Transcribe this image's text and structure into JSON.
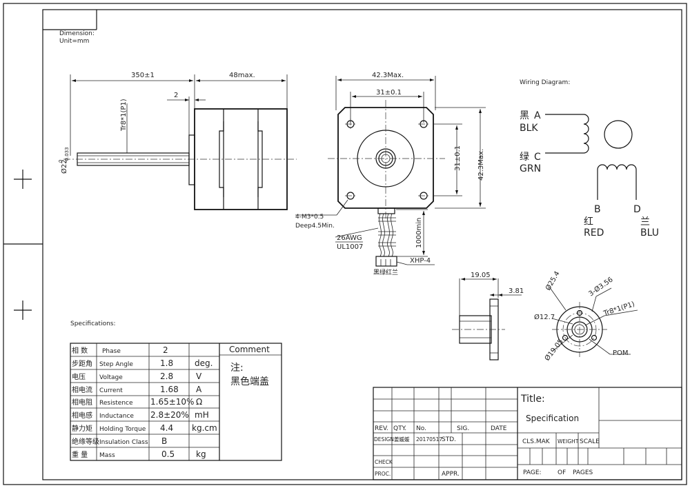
{
  "header": {
    "dimension": "Dimension:",
    "unit": "Unit=mm"
  },
  "side_view": {
    "lead_length": "350±1",
    "body_length": "48max.",
    "flange": "2",
    "shaft_thread": "Tr8*1(P1)",
    "shaft_dia": "Ø22",
    "shaft_tol_upper": "0",
    "shaft_tol_lower": "-0.033"
  },
  "front_view": {
    "width_max": "42.3Max.",
    "hole_spacing_x": "31±0.1",
    "hole_spacing_y": "31±0.1",
    "height_max": "42.3Max.",
    "holes": "4-M3*0.5",
    "depth": "Deep4.5Min.",
    "wire_gauge": "26AWG",
    "wire_type": "UL1007",
    "lead_min": "1000min",
    "connector": "XHP-4",
    "connector_colors": "黑绿红兰"
  },
  "wiring": {
    "title": "Wiring Diagram:",
    "a_cn": "黑",
    "a_label": "A",
    "a_en": "BLK",
    "c_cn": "绿",
    "c_label": "C",
    "c_en": "GRN",
    "b_label": "B",
    "b_cn": "红",
    "b_en": "RED",
    "d_label": "D",
    "d_cn": "兰",
    "d_en": "BLU"
  },
  "nut": {
    "length": "19.05",
    "flange_thk": "3.81",
    "dia_outer": "Ø25.4",
    "holes": "3-Ø3.56",
    "dia_hub": "Ø12.7",
    "thread": "Tr8*1(P1)",
    "pcd": "Ø19.05",
    "material": "POM"
  },
  "specs": {
    "title": "Specifications:",
    "comment_header": "Comment",
    "comment_note": "注:",
    "comment_text": "黑色端盖",
    "rows": [
      {
        "cn": "相 数",
        "en": "Phase",
        "value": "2",
        "unit": ""
      },
      {
        "cn": "步距角",
        "en": "Step Angle",
        "value": "1.8",
        "unit": "deg."
      },
      {
        "cn": "电压",
        "en": "Voltage",
        "value": "2.8",
        "unit": "V"
      },
      {
        "cn": "相电流",
        "en": "Current",
        "value": "1.68",
        "unit": "A"
      },
      {
        "cn": "相电阻",
        "en": "Resistence",
        "value": "1.65±10%",
        "unit": "Ω"
      },
      {
        "cn": "相电感",
        "en": "Inductance",
        "value": "2.8±20%",
        "unit": "mH"
      },
      {
        "cn": "静力矩",
        "en": "Holding Torque",
        "value": "4.4",
        "unit": "kg.cm"
      },
      {
        "cn": "绝缘等级",
        "en": "Insulation Class",
        "value": "B",
        "unit": ""
      },
      {
        "cn": "重 量",
        "en": "Mass",
        "value": "0.5",
        "unit": "kg"
      }
    ]
  },
  "titleblock": {
    "title_label": "Title:",
    "title_value": "Specification",
    "rev": "REV.",
    "qty": "QTY.",
    "no": "No.",
    "sig": "SIG.",
    "date": "DATE",
    "design": "DESIGN",
    "designer": "姜媛媛",
    "design_date": "20170517",
    "std": "STD.",
    "check": "CHECK",
    "proc": "PROC.",
    "appr": "APPR.",
    "cls_mak": "CLS.MAK",
    "weight": "WEIGHT",
    "scale": "SCALE",
    "page": "PAGE:",
    "of": "OF",
    "pages": "PAGES"
  }
}
